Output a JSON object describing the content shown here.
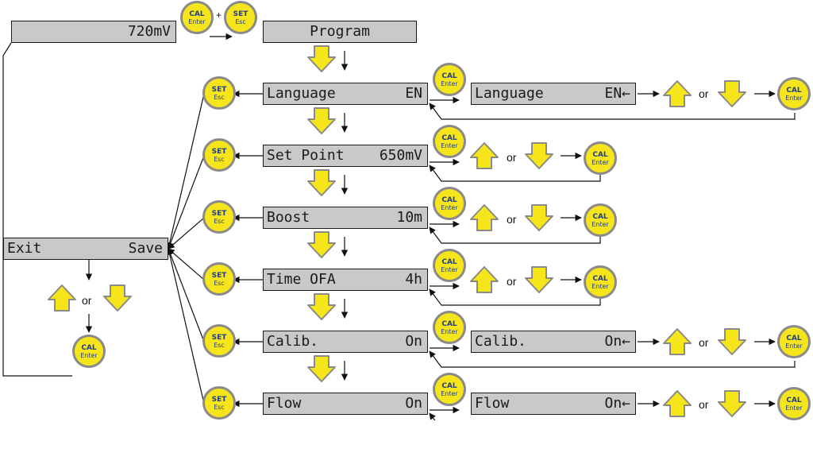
{
  "displays": {
    "mv": "720mV",
    "program": "Program",
    "exit_left": "Exit",
    "exit_right": "Save",
    "menu": [
      {
        "left": "Language",
        "right": "EN"
      },
      {
        "left": "Set Point",
        "right": "650mV"
      },
      {
        "left": "Boost",
        "right": "10m"
      },
      {
        "left": "Time OFA",
        "right": "4h"
      },
      {
        "left": "Calib.",
        "right": "On"
      },
      {
        "left": "Flow",
        "right": "On"
      }
    ],
    "edit": [
      {
        "left": "Language",
        "right": "EN←"
      },
      {
        "left": "Calib.",
        "right": "On←"
      },
      {
        "left": "Flow",
        "right": "On←"
      }
    ]
  },
  "buttons": {
    "cal": {
      "top": "CAL",
      "bottom": "Enter"
    },
    "set": {
      "top": "SET",
      "bottom": "Esc"
    }
  },
  "text": {
    "or": "or",
    "plus": "+"
  },
  "colors": {
    "button_fill": "#f5e51a",
    "button_border": "#8a8a8a",
    "button_text": "#1f3d8c",
    "lcd_fill": "#c9c9c9",
    "arrow_fill": "#f5e51a",
    "arrow_border": "#8a8a8a"
  }
}
